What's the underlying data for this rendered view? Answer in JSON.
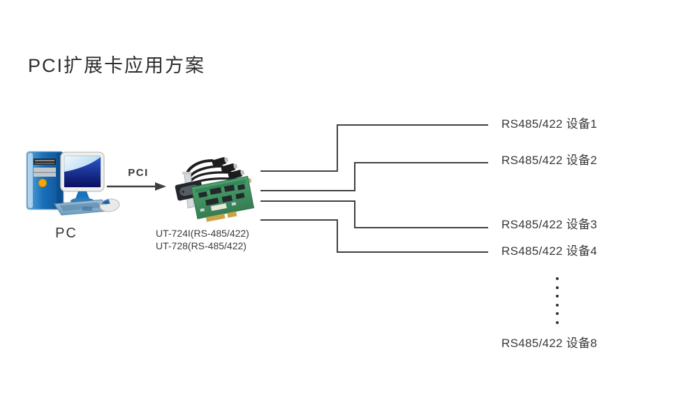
{
  "title": "PCI扩展卡应用方案",
  "pc": {
    "label": "PC"
  },
  "bus": {
    "label": "PCI"
  },
  "card": {
    "models": [
      "UT-724I(RS-485/422)",
      "UT-728(RS-485/422)"
    ]
  },
  "devices": [
    {
      "id": 1,
      "label": "RS485/422 设备1"
    },
    {
      "id": 2,
      "label": "RS485/422 设备2"
    },
    {
      "id": 3,
      "label": "RS485/422 设备3"
    },
    {
      "id": 4,
      "label": "RS485/422 设备4"
    },
    {
      "id": 8,
      "label": "RS485/422 设备8"
    }
  ],
  "ellipsis": {
    "count": 6
  },
  "colors": {
    "background": "#ffffff",
    "connection_line": "#3f3f3f",
    "text": "#333333",
    "pc_blue": "#1a6fb8",
    "screen_navy": "#0c1166",
    "pcb_green": "#3f9463",
    "gold_fingers": "#c9a44a",
    "power_button_orange": "#f6a800"
  }
}
